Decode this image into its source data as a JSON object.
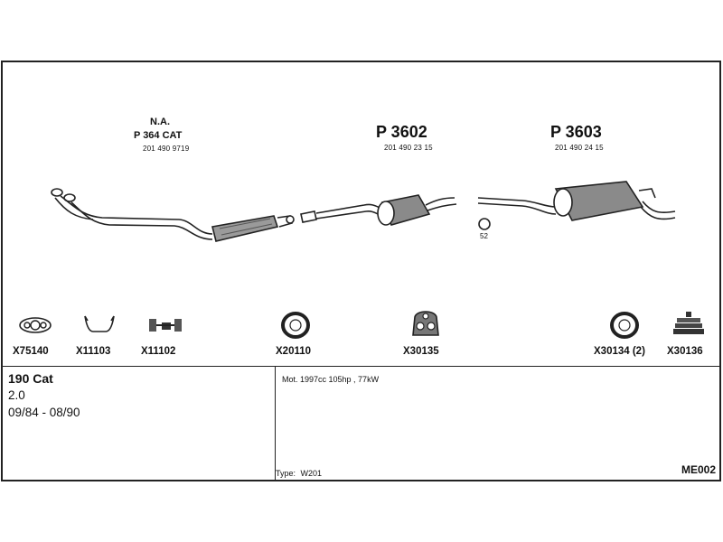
{
  "assembly": {
    "front": {
      "label1": "N.A.",
      "label2": "P 364 CAT",
      "oem": "201 490 9719"
    },
    "middle": {
      "label": "P 3602",
      "oem": "201 490 23 15"
    },
    "rear": {
      "label": "P 3603",
      "oem": "201 490 24 15"
    },
    "clamp_label": "52"
  },
  "fittings": [
    {
      "code": "X75140",
      "icon": "gasket-icon"
    },
    {
      "code": "X11103",
      "icon": "spring-clip-icon"
    },
    {
      "code": "X11102",
      "icon": "bolt-set-icon"
    },
    {
      "code": "X20110",
      "icon": "ring-icon"
    },
    {
      "code": "X30135",
      "icon": "rubber-hanger-icon"
    },
    {
      "code": "X30134 (2)",
      "icon": "ring-icon"
    },
    {
      "code": "X30136",
      "icon": "mount-stack-icon"
    }
  ],
  "vehicle": {
    "model": "190 Cat",
    "engine": "2.0",
    "years": "09/84 - 08/90",
    "engine_spec": "Mot. 1997cc 105hp , 77kW",
    "type_label": "Type:",
    "type_value": "W201",
    "reference": "ME002"
  },
  "colors": {
    "line": "#222222",
    "fill": "#ffffff",
    "shade": "#8a8a8a"
  }
}
